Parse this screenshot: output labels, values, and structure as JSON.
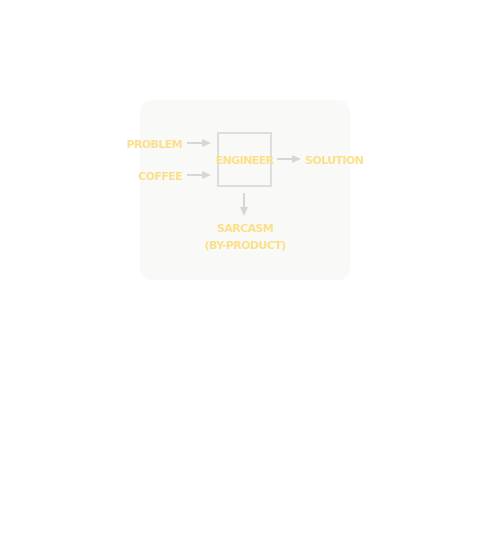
{
  "diagram": {
    "inputs": [
      "PROBLEM",
      "COFFEE"
    ],
    "process": "ENGINEER",
    "output": "SOLUTION",
    "byproduct": {
      "line1": "SARCASM",
      "line2": "(BY-PRODUCT)"
    }
  },
  "colors": {
    "label": "#fbe08a",
    "stroke": "#d6d6d6",
    "box": "#dedede"
  }
}
